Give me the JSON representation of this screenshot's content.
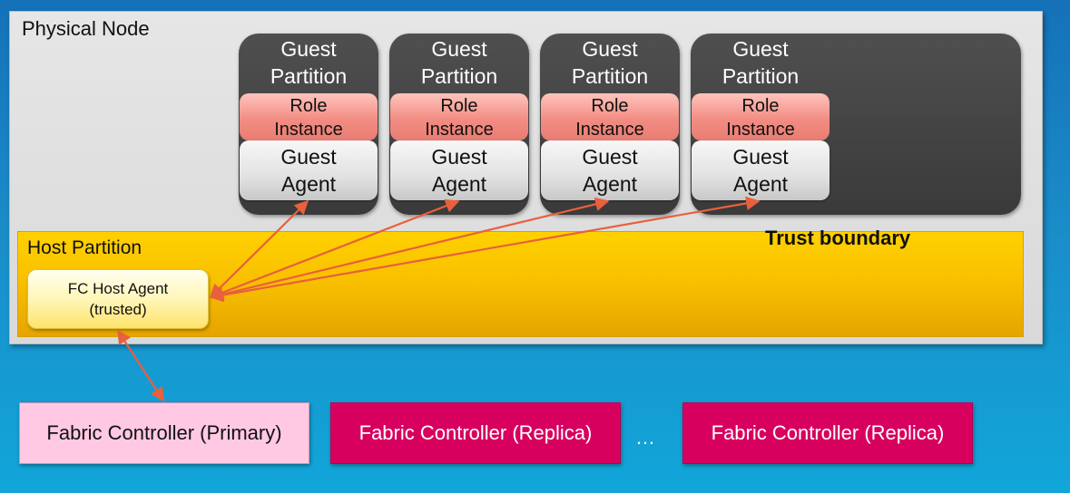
{
  "physical_node": {
    "title": "Physical Node"
  },
  "guest_partitions": [
    {
      "title_line1": "Guest",
      "title_line2": "Partition",
      "role_line1": "Role",
      "role_line2": "Instance",
      "agent_line1": "Guest",
      "agent_line2": "Agent"
    },
    {
      "title_line1": "Guest",
      "title_line2": "Partition",
      "role_line1": "Role",
      "role_line2": "Instance",
      "agent_line1": "Guest",
      "agent_line2": "Agent"
    },
    {
      "title_line1": "Guest",
      "title_line2": "Partition",
      "role_line1": "Role",
      "role_line2": "Instance",
      "agent_line1": "Guest",
      "agent_line2": "Agent"
    },
    {
      "title_line1": "Guest",
      "title_line2": "Partition",
      "role_line1": "Role",
      "role_line2": "Instance",
      "agent_line1": "Guest",
      "agent_line2": "Agent"
    }
  ],
  "host_partition": {
    "title": "Host Partition",
    "trust_boundary": "Trust boundary",
    "fc_agent_line1": "FC Host Agent",
    "fc_agent_line2": "(trusted)"
  },
  "fabric_controllers": {
    "primary": "Fabric Controller (Primary)",
    "replica_1": "Fabric Controller (Replica)",
    "ellipsis": "…",
    "replica_2": "Fabric Controller (Replica)"
  },
  "colors": {
    "arrow": "#e8603c",
    "replica": "#d8005e",
    "primary": "#ffc9e3",
    "host_partition": "#f8bf00"
  }
}
